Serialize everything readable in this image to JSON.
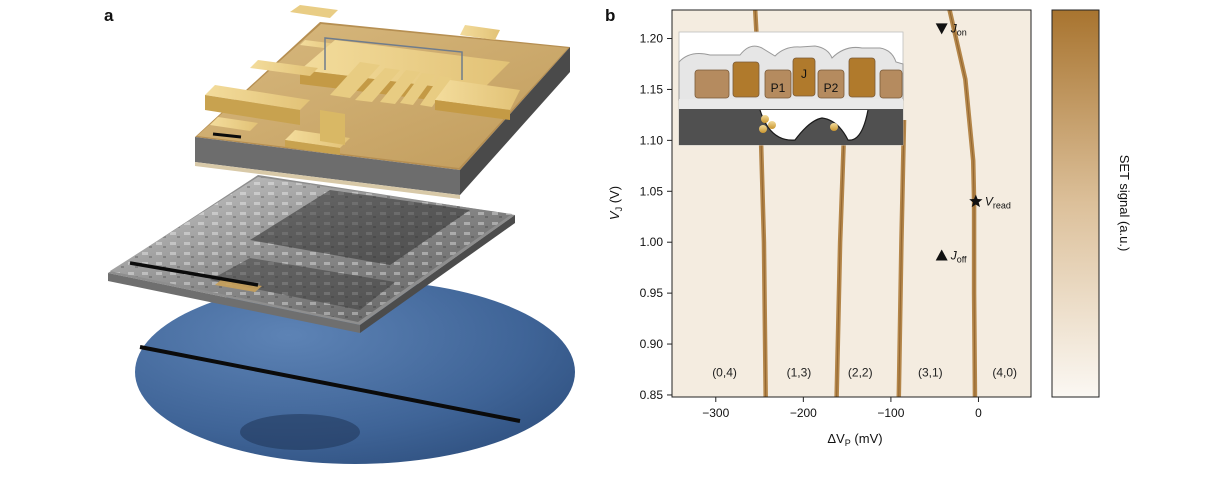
{
  "panels": {
    "a": {
      "letter": "a"
    },
    "b": {
      "letter": "b"
    }
  },
  "chart_data": {
    "type": "heatmap",
    "xlabel_prefix": "ΔV",
    "xlabel_sub": "P",
    "xlabel_unit": " (mV)",
    "ylabel_prefix": "V",
    "ylabel_sub": "J",
    "ylabel_unit": " (V)",
    "xlim": [
      -350,
      60
    ],
    "ylim": [
      0.848,
      1.228
    ],
    "xticks": [
      -300,
      -200,
      -100,
      0
    ],
    "xtick_labels": [
      "−300",
      "−200",
      "−100",
      "0"
    ],
    "yticks": [
      0.85,
      0.9,
      0.95,
      1.0,
      1.05,
      1.1,
      1.15,
      1.2
    ],
    "ytick_labels": [
      "0.85",
      "0.90",
      "0.95",
      "1.00",
      "1.05",
      "1.10",
      "1.15",
      "1.20"
    ],
    "colorbar_label": "SET signal (a.u.)",
    "colors": {
      "low": "#fbf8f3",
      "high": "#a8742f",
      "axis": "#222222"
    },
    "charge_state_labels": [
      {
        "label": "(0,4)",
        "x": -290,
        "y": 0.872
      },
      {
        "label": "(1,3)",
        "x": -205,
        "y": 0.872
      },
      {
        "label": "(2,2)",
        "x": -135,
        "y": 0.872
      },
      {
        "label": "(3,1)",
        "x": -55,
        "y": 0.872
      },
      {
        "label": "(4,0)",
        "x": 30,
        "y": 0.872
      }
    ],
    "transition_lines": [
      {
        "name": "1",
        "points": [
          [
            -255,
            1.228
          ],
          [
            -250,
            1.15
          ],
          [
            -245,
            1.0
          ],
          [
            -243,
            0.848
          ]
        ]
      },
      {
        "name": "2",
        "points": [
          [
            -153,
            1.12
          ],
          [
            -158,
            1.0
          ],
          [
            -162,
            0.848
          ]
        ]
      },
      {
        "name": "3",
        "points": [
          [
            -85,
            1.12
          ],
          [
            -88,
            1.0
          ],
          [
            -91,
            0.848
          ]
        ]
      },
      {
        "name": "4",
        "points": [
          [
            -33,
            1.228
          ],
          [
            -15,
            1.16
          ],
          [
            -6,
            1.08
          ],
          [
            -5,
            1.04
          ],
          [
            -5,
            0.95
          ],
          [
            -4,
            0.848
          ]
        ]
      }
    ],
    "markers": [
      {
        "label": "J",
        "sub": "on",
        "symbol": "triangle-down",
        "x": -42,
        "y": 1.21
      },
      {
        "label": "V",
        "sub": "read",
        "symbol": "star",
        "x": -3,
        "y": 1.04
      },
      {
        "label": "J",
        "sub": "off",
        "symbol": "triangle-up",
        "x": -42,
        "y": 0.987
      }
    ],
    "inset_labels": [
      "J",
      "P1",
      "P2"
    ]
  }
}
